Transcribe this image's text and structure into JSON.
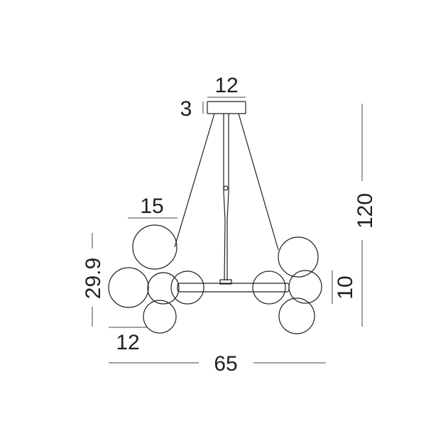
{
  "diagram": {
    "dimensions": {
      "canopy_width": "12",
      "canopy_height": "3",
      "total_height": "120",
      "globe_cluster_width": "15",
      "globe_cluster_height": "29.9",
      "single_globe_width": "12",
      "globe_height": "10",
      "overall_width": "65"
    },
    "colors": {
      "line": "#1f1f1f",
      "dimension_line": "#444444"
    }
  }
}
